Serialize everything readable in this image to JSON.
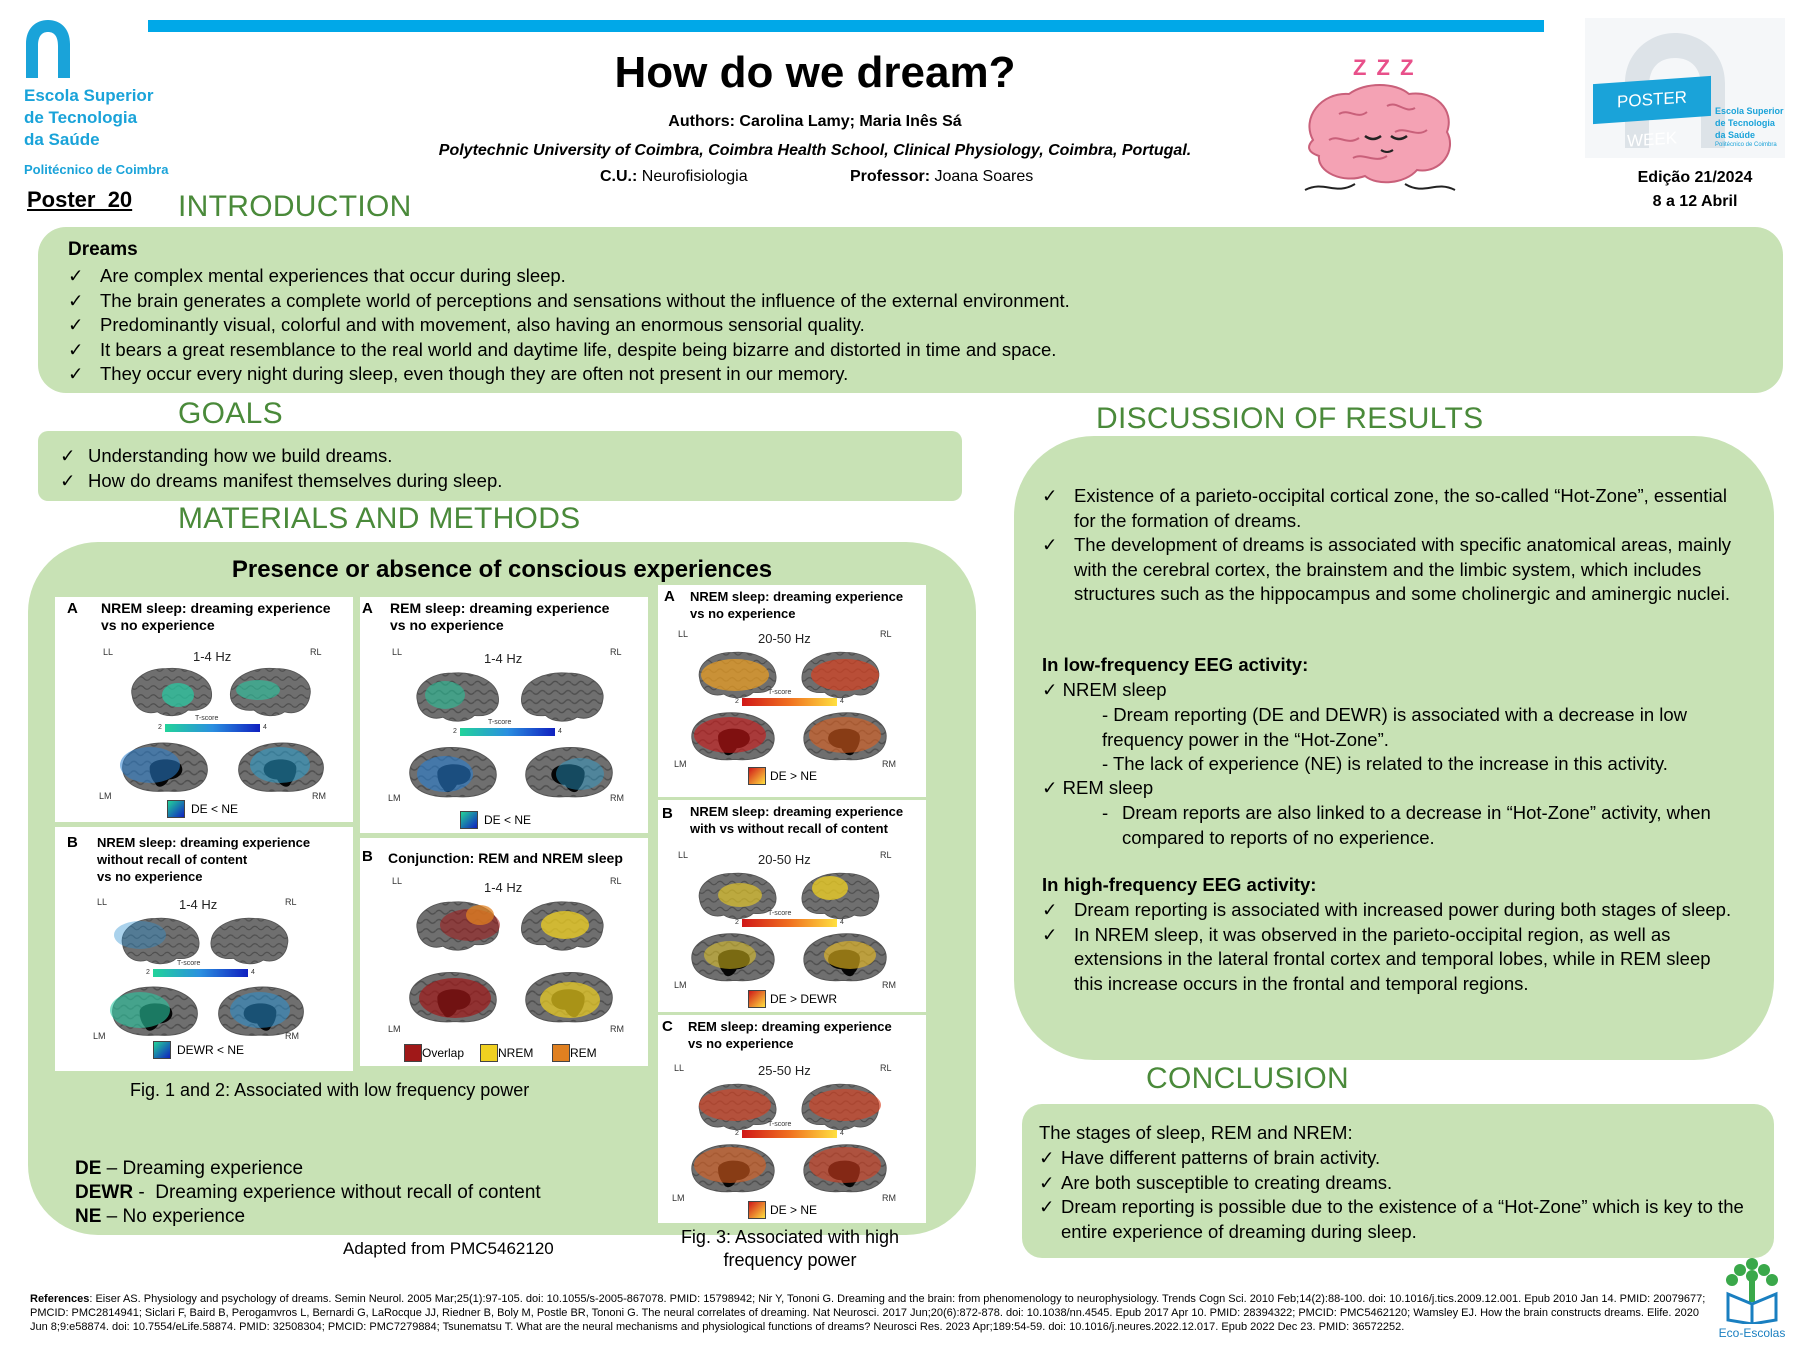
{
  "header": {
    "title": "How do we dream?",
    "authors_label": "Authors:",
    "authors": "Carolina Lamy; Maria Inês Sá",
    "affiliation": "Polytechnic University of Coimbra, Coimbra Health School, Clinical Physiology, Coimbra, Portugal.",
    "cu_label": "C.U.:",
    "cu": "Neurofisiologia",
    "professor_label": "Professor:",
    "professor": "Joana Soares",
    "zzz": "Z Z Z",
    "poster_number": "Poster  20",
    "edition": "Edição 21/2024",
    "dates": "8 a 12 Abril",
    "accent_bar_color": "#00a8e8"
  },
  "logo_left": {
    "line1": "Escola Superior",
    "line2": "de Tecnologia",
    "line3": "da Saúde",
    "line4": "Politécnico de Coimbra",
    "color": "#1aa3d9"
  },
  "logo_right": {
    "banner": "POSTER WEEK",
    "line1": "Escola Superior",
    "line2": "de Tecnologia",
    "line3": "da Saúde",
    "line4": "Politécnico de Coimbra"
  },
  "eco_logo": {
    "label": "Eco-Escolas"
  },
  "introduction": {
    "heading": "INTRODUCTION",
    "subheading": "Dreams",
    "items": [
      "Are complex mental experiences that occur during sleep.",
      "The brain generates a complete world of perceptions and sensations without the influence of the external environment.",
      "Predominantly visual, colorful and with movement, also having an enormous sensorial quality.",
      "It bears a great resemblance to the real world and daytime life, despite being bizarre and distorted in time and space.",
      "They occur every night during sleep, even though they are often not present in our memory."
    ]
  },
  "goals": {
    "heading": "GOALS",
    "items": [
      "Understanding how we build dreams.",
      "How do dreams manifest themselves during sleep."
    ]
  },
  "methods": {
    "heading": "MATERIALS AND METHODS",
    "box_title": "Presence or absence of conscious experiences",
    "fig12_caption": "Fig. 1 and 2: Associated with low frequency power",
    "fig3_caption_line1": "Fig. 3: Associated with high",
    "fig3_caption_line2": "frequency power",
    "abbr": [
      {
        "term": "DE",
        "def": " – Dreaming experience"
      },
      {
        "term": "DEWR",
        "def": " -  Dreaming experience without recall of content"
      },
      {
        "term": "NE",
        "def": " – No experience"
      }
    ],
    "adapted": "Adapted from PMC5462120",
    "panels": {
      "p1a": {
        "letter": "A",
        "title1": "NREM sleep: dreaming experience",
        "title2": "vs no experience",
        "hz": "1-4 Hz",
        "legend": "DE < NE"
      },
      "p1b": {
        "letter": "B",
        "title1": "NREM sleep: dreaming experience",
        "title2": "without recall of content",
        "title3": "vs no experience",
        "hz": "1-4 Hz",
        "legend": "DEWR < NE"
      },
      "p2a": {
        "letter": "A",
        "title1": "REM sleep: dreaming experience",
        "title2": "vs no experience",
        "hz": "1-4 Hz",
        "legend": "DE < NE"
      },
      "p2b": {
        "letter": "B",
        "title1": "Conjunction: REM and NREM sleep",
        "hz": "1-4 Hz",
        "legend_overlap": "Overlap",
        "legend_nrem": "NREM",
        "legend_rem": "REM"
      },
      "p3a": {
        "letter": "A",
        "title1": "NREM sleep: dreaming experience",
        "title2": "vs no experience",
        "hz": "20-50 Hz",
        "legend": "DE > NE"
      },
      "p3b": {
        "letter": "B",
        "title1": "NREM sleep: dreaming experience",
        "title2": "with vs without recall of content",
        "hz": "20-50 Hz",
        "legend": "DE > DEWR"
      },
      "p3c": {
        "letter": "C",
        "title1": "REM sleep: dreaming experience",
        "title2": "vs no experience",
        "hz": "25-50 Hz",
        "legend": "DE > NE"
      }
    },
    "corners": {
      "ll": "LL",
      "rl": "RL",
      "lm": "LM",
      "rm": "RM"
    },
    "tscore": "T-score",
    "tscore_low": "2",
    "tscore_high": "4"
  },
  "discussion": {
    "heading": "DISCUSSION OF RESULTS",
    "top_items": [
      "Existence of a parieto-occipital cortical zone, the so-called “Hot-Zone”, essential for the formation of dreams.",
      "The development of dreams is associated with specific anatomical areas, mainly with the cerebral cortex, the brainstem and the limbic system, which includes structures such as the hippocampus and some cholinergic and aminergic nuclei."
    ],
    "low_heading": "In low-frequency EEG activity:",
    "nrem_label": "NREM sleep",
    "nrem_items": [
      "- Dream reporting (DE and DEWR) is associated with a decrease in low frequency power in the “Hot-Zone”.",
      "- The lack of experience (NE) is related to the increase in this activity."
    ],
    "rem_label": "REM sleep",
    "rem_item": "Dream reports are also linked to a decrease in “Hot-Zone” activity, when compared to reports of no experience.",
    "high_heading": "In high-frequency EEG activity:",
    "high_items": [
      "Dream reporting is associated with increased power during both stages of sleep.",
      "In NREM sleep, it was observed in the parieto-occipital region, as well as extensions in the lateral frontal cortex and temporal lobes, while in REM sleep this increase occurs in the frontal and temporal regions."
    ]
  },
  "conclusion": {
    "heading": "CONCLUSION",
    "lead": "The stages of sleep, REM and NREM:",
    "items": [
      "Have different patterns of brain activity.",
      "Are both susceptible to creating dreams.",
      "Dream reporting is possible due to the existence of a “Hot-Zone” which is key to the entire experience of dreaming during sleep."
    ]
  },
  "references": {
    "label": "References",
    "text": ":  Eiser AS. Physiology and psychology of dreams. Semin Neurol. 2005 Mar;25(1):97-105. doi: 10.1055/s-2005-867078. PMID: 15798942; Nir Y, Tononi G. Dreaming and the brain: from phenomenology to neurophysiology. Trends Cogn Sci. 2010 Feb;14(2):88-100. doi: 10.1016/j.tics.2009.12.001. Epub 2010 Jan 14. PMID: 20079677; PMCID: PMC2814941;  Siclari F, Baird B, Perogamvros L, Bernardi G, LaRocque JJ, Riedner B, Boly M, Postle BR, Tononi G. The neural correlates of dreaming. Nat Neurosci. 2017 Jun;20(6):872-878. doi: 10.1038/nn.4545. Epub 2017 Apr 10. PMID: 28394322; PMCID: PMC5462120; Wamsley EJ. How the brain constructs dreams. Elife. 2020 Jun 8;9:e58874. doi: 10.7554/eLife.58874. PMID: 32508304; PMCID: PMC7279884; Tsunematsu T. What are the neural mechanisms and physiological functions of dreams? Neurosci Res. 2023 Apr;189:54-59. doi: 10.1016/j.neures.2022.12.017. Epub 2022 Dec 23. PMID: 36572252."
  },
  "check_symbol": "✓"
}
